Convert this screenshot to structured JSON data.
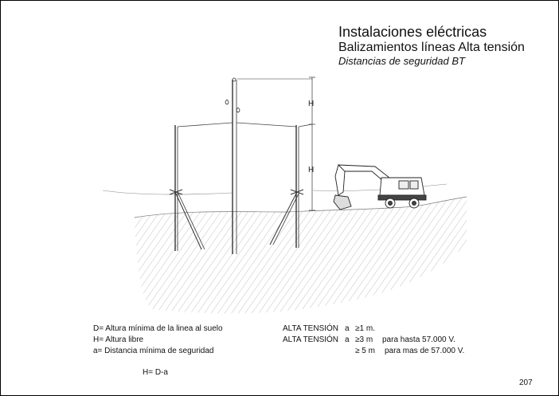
{
  "header": {
    "title": "Instalaciones eléctricas",
    "subtitle": "Balizamientos líneas Alta tensión",
    "subtitle2": "Distancias de seguridad BT"
  },
  "drawing": {
    "dim_label_upper": "H",
    "dim_label_lower": "H"
  },
  "legend_left": {
    "line1": "D= Altura mínima de la linea al suelo",
    "line2": "H= Altura libre",
    "line3": "a= Distancia mínima de seguridad",
    "formula": "H= D-a"
  },
  "legend_right": {
    "row1": {
      "label": "ALTA TENSIÓN",
      "var": "a",
      "value": "≥1 m.",
      "note": ""
    },
    "row2": {
      "label": "ALTA TENSIÓN",
      "var": "a",
      "value": "≥3 m",
      "note": "para hasta 57.000 V."
    },
    "row3": {
      "value": "≥ 5 m",
      "note": "para mas de  57.000 V."
    }
  },
  "footer": {
    "page_number": "207"
  }
}
